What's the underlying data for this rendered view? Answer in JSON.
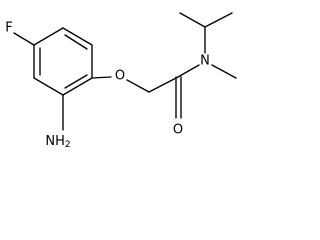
{
  "molecule": {
    "atoms": {
      "fluorine": "F",
      "ether_oxygen": "O",
      "carbonyl_oxygen": "O",
      "amide_nitrogen": "N",
      "amine_main": "NH",
      "amine_subscript": "2"
    }
  }
}
